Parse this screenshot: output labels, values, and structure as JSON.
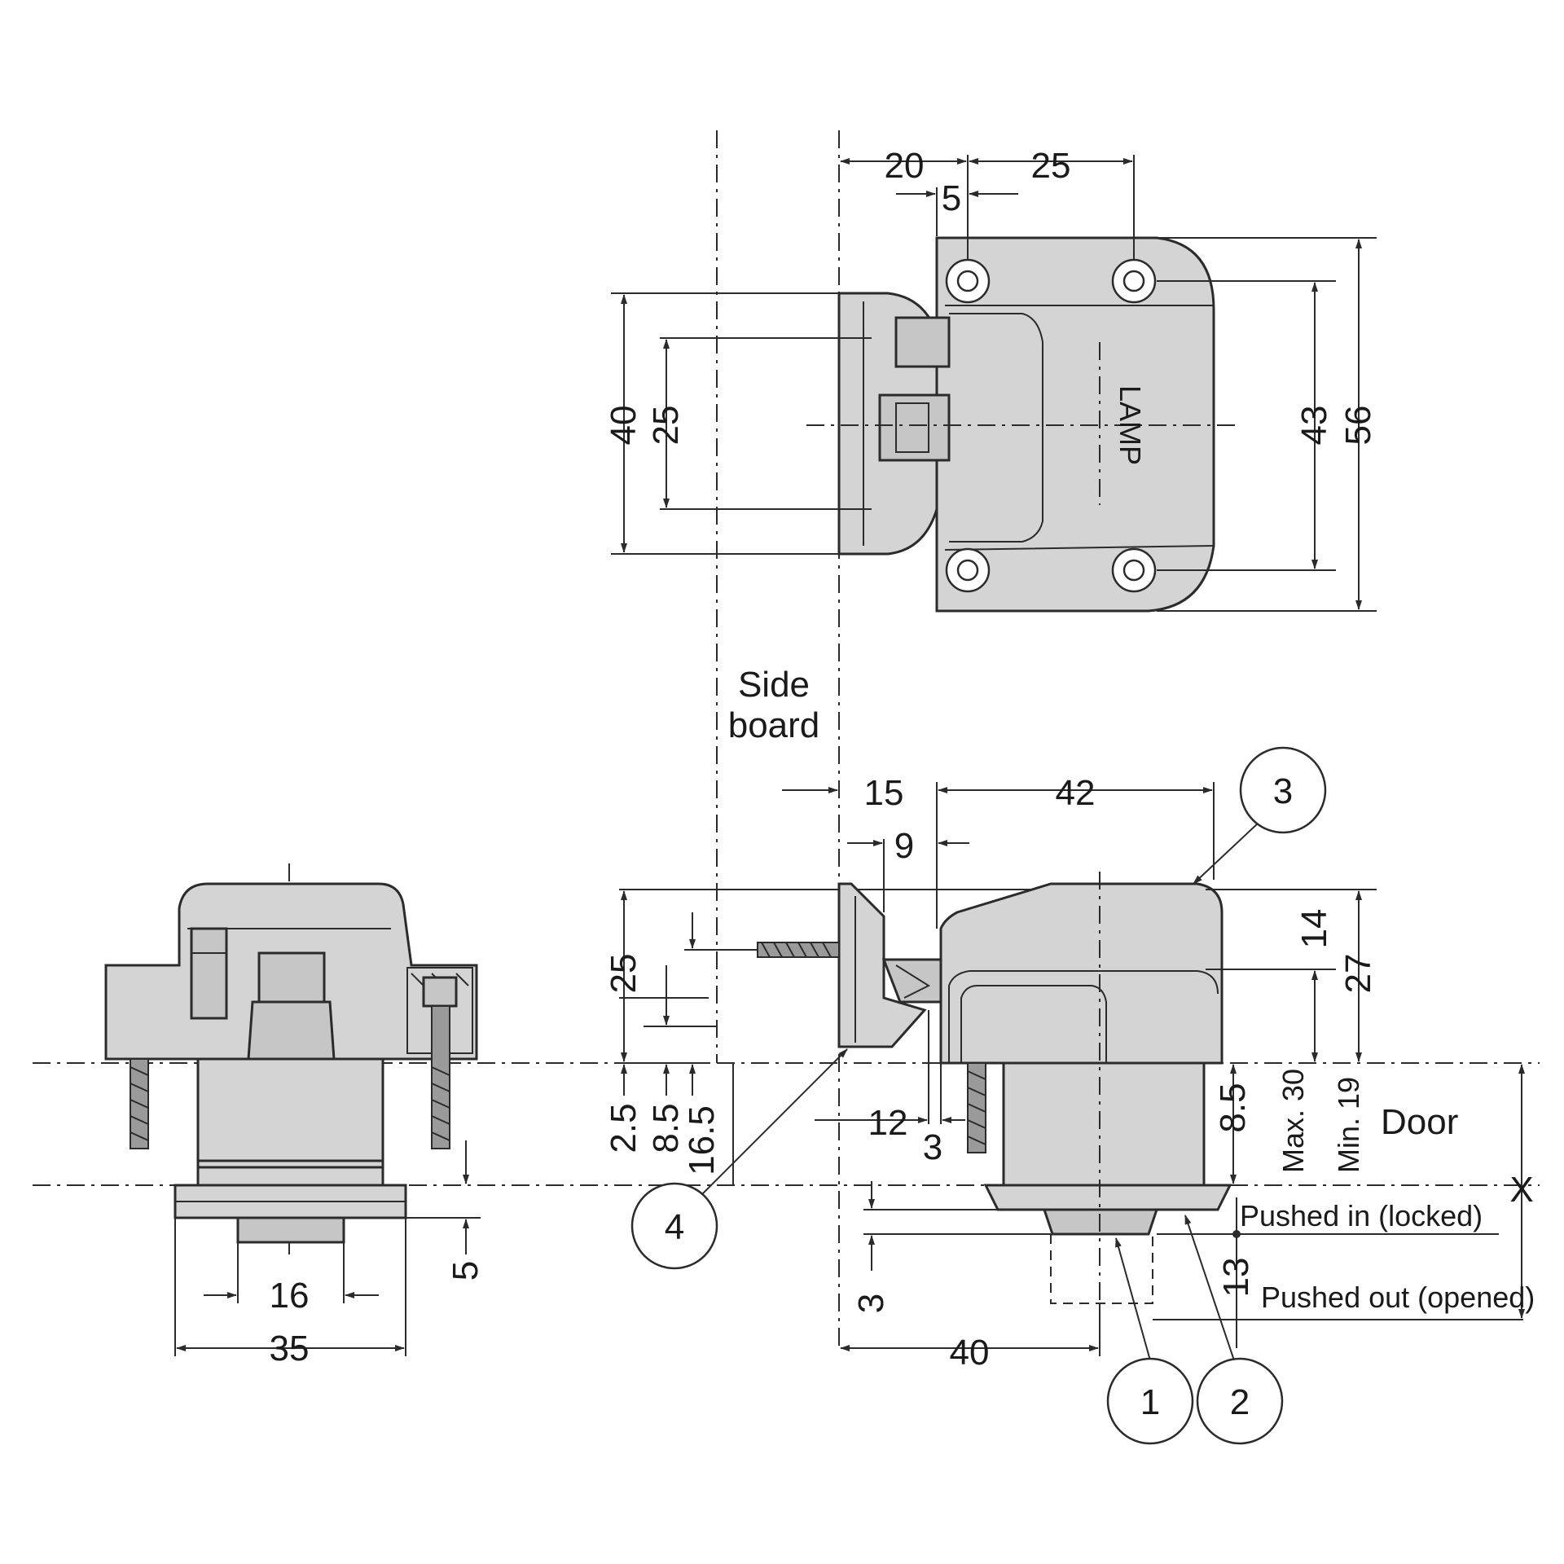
{
  "labels": {
    "side_board_line1": "Side",
    "side_board_line2": "board",
    "door": "Door",
    "pushed_in": "Pushed in (locked)",
    "pushed_out": "Pushed out (opened)",
    "max30": "Max. 30",
    "min19": "Min. 19",
    "x": "X",
    "logo": "LAMP"
  },
  "top_view": {
    "d20": "20",
    "d25h": "25",
    "d5": "5",
    "d40": "40",
    "d25v": "25",
    "d43": "43",
    "d56": "56"
  },
  "side_view": {
    "d15": "15",
    "d42": "42",
    "d9": "9",
    "d25": "25",
    "d14": "14",
    "d27": "27",
    "d2_5": "2.5",
    "d8_5a": "8.5",
    "d16_5": "16.5",
    "d12": "12",
    "d3a": "3",
    "d8_5b": "8.5",
    "d3b": "3",
    "d13": "13",
    "d40": "40"
  },
  "front_view": {
    "d16": "16",
    "d35": "35",
    "d5": "5"
  },
  "callouts": [
    "1",
    "2",
    "3",
    "4"
  ]
}
